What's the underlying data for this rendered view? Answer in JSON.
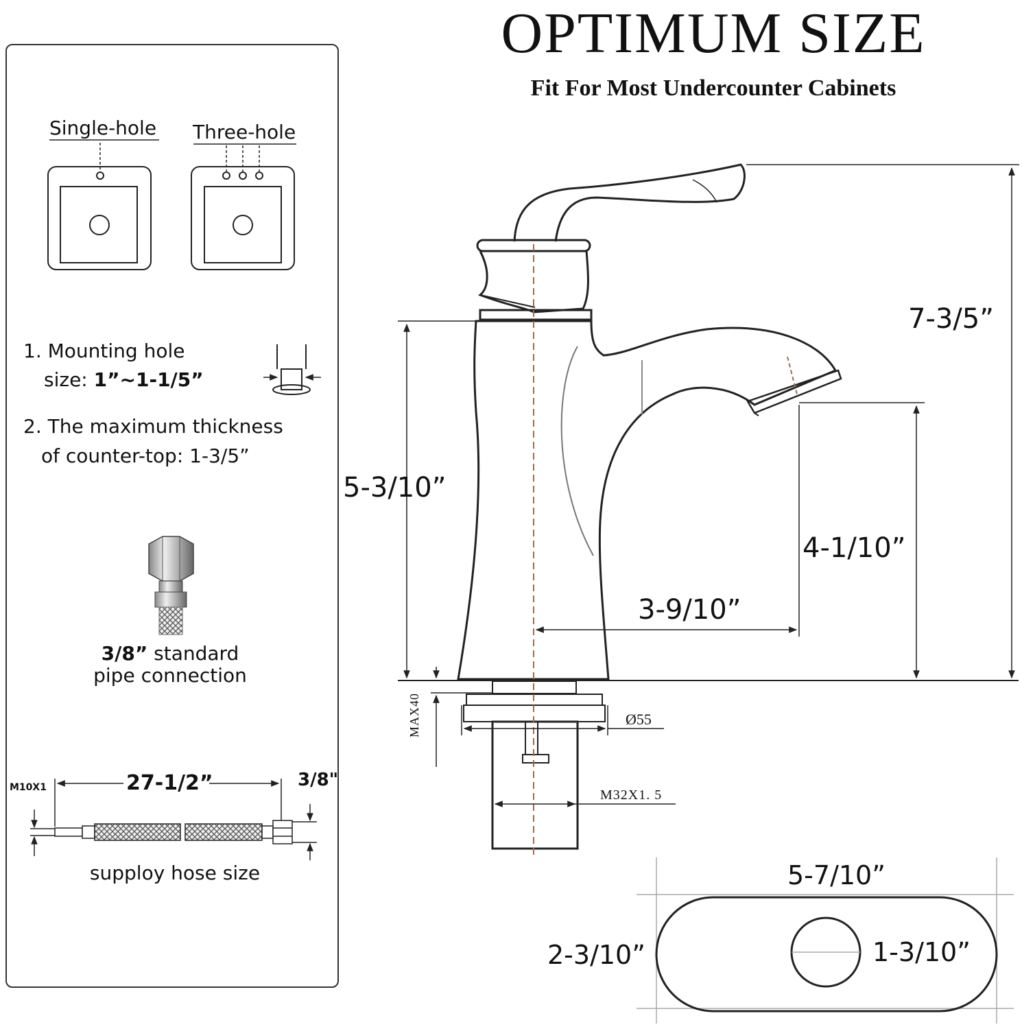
{
  "header": {
    "title": "OPTIMUM SIZE",
    "subtitle": "Fit For Most Undercounter Cabinets"
  },
  "left_panel": {
    "single_hole_label": "Single-hole",
    "three_hole_label": "Three-hole",
    "note1_line1": "1. Mounting hole",
    "note1_line2_prefix": "size: ",
    "note1_line2_value": "1”~1-1/5”",
    "note2_line1": "2. The maximum thickness",
    "note2_line2": "of counter-top: 1-3/5”",
    "pipe_line1_value": "3/8”",
    "pipe_line1_rest": " standard",
    "pipe_line2": "pipe connection",
    "hose_thread": "M10X1",
    "hose_length": "27-1/2”",
    "hose_fitting": "3/8\"",
    "hose_caption": "supploy hose size"
  },
  "dimensions": {
    "total_height": "7-3/5”",
    "body_height": "5-3/10”",
    "spout_height": "4-1/10”",
    "spout_reach": "3-9/10”",
    "base_diameter": "Ø55",
    "shank_thread": "M32X1. 5",
    "max_thickness": "MAX40",
    "plate_length": "5-7/10”",
    "plate_width": "2-3/10”",
    "plate_hole": "1-3/10”"
  }
}
